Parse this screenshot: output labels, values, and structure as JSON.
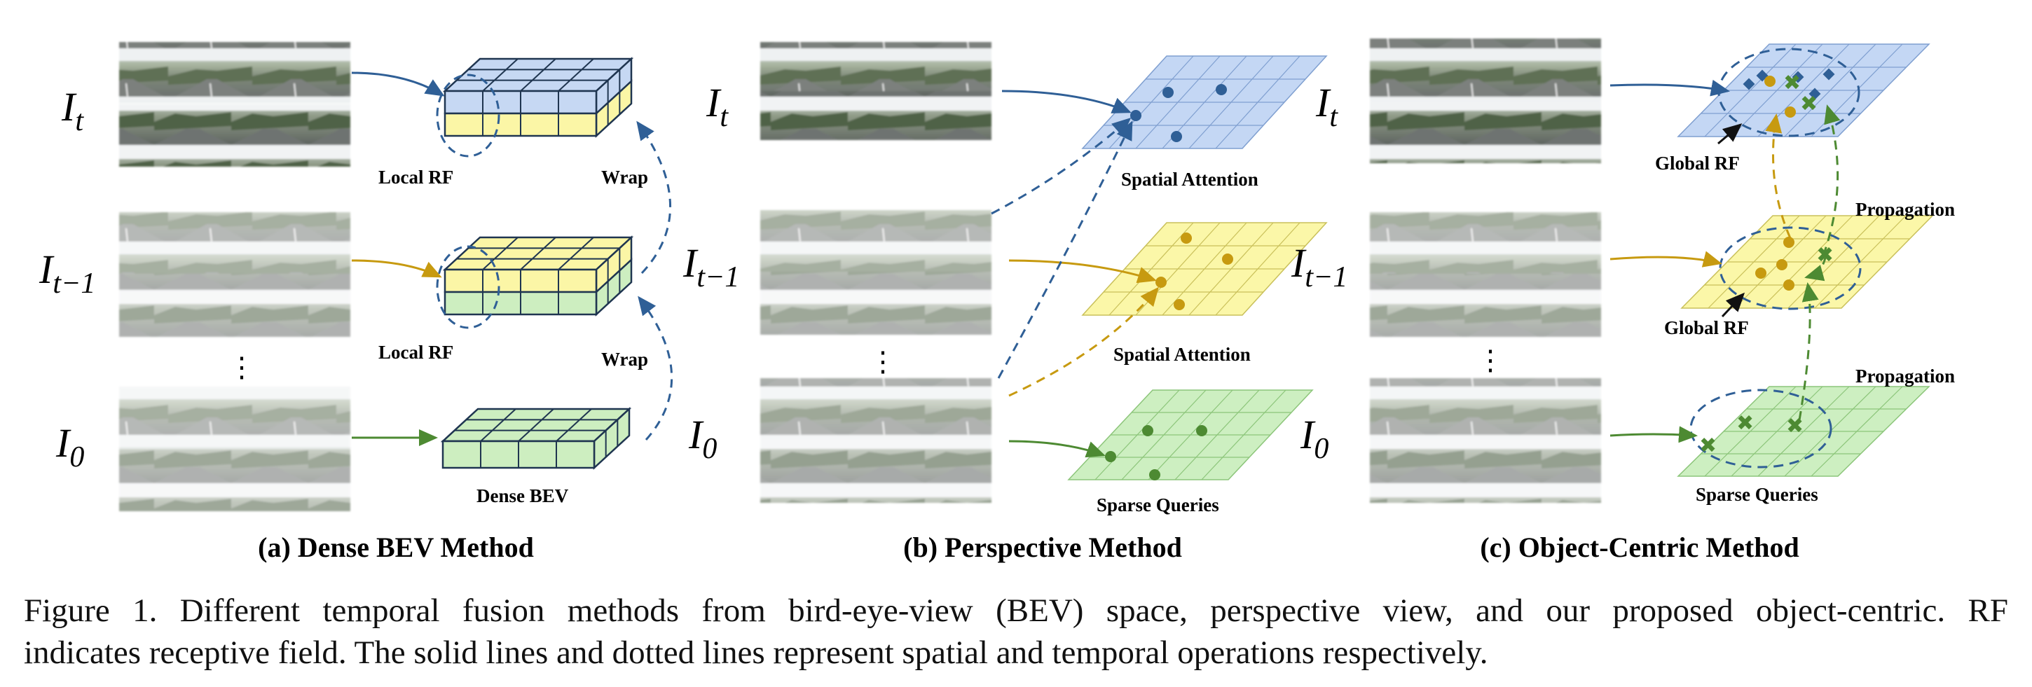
{
  "panels": [
    {
      "title": "(a) Dense BEV Method",
      "frames": {
        "top": "I",
        "top_sub": "t",
        "mid": "I",
        "mid_sub": "t−1",
        "bot": "I",
        "bot_sub": "0",
        "dots": "⋮"
      },
      "labels": {
        "local_rf_1": "Local RF",
        "wrap_1": "Wrap",
        "local_rf_2": "Local RF",
        "wrap_2": "Wrap",
        "dense_bev": "Dense BEV"
      }
    },
    {
      "title": "(b) Perspective Method",
      "frames": {
        "top": "I",
        "top_sub": "t",
        "mid": "I",
        "mid_sub": "t−1",
        "bot": "I",
        "bot_sub": "0",
        "dots": "⋮"
      },
      "labels": {
        "spatial_attention_1": "Spatial Attention",
        "spatial_attention_2": "Spatial Attention",
        "sparse_queries": "Sparse Queries"
      }
    },
    {
      "title": "(c) Object-Centric Method",
      "frames": {
        "top": "I",
        "top_sub": "t",
        "mid": "I",
        "mid_sub": "t−1",
        "bot": "I",
        "bot_sub": "0",
        "dots": "⋮"
      },
      "labels": {
        "global_rf_1": "Global RF",
        "propagation_1": "Propagation",
        "global_rf_2": "Global RF",
        "propagation_2": "Propagation",
        "sparse_queries": "Sparse Queries"
      }
    }
  ],
  "caption": {
    "line1": "Figure 1. Different temporal fusion methods from bird-eye-view (BEV) space, perspective view, and our proposed object-centric.  RF",
    "line2": "indicates receptive field. The solid lines and dotted lines represent spatial and temporal operations respectively."
  },
  "colors": {
    "blue_grid": "#c6d8f3",
    "yellow_grid": "#fbf6a6",
    "green_grid": "#cdeec0",
    "blue_accent": "#2f5f96",
    "yellow_accent": "#c79a10",
    "green_accent": "#4d8a32",
    "cube_edge": "#1f3550"
  }
}
